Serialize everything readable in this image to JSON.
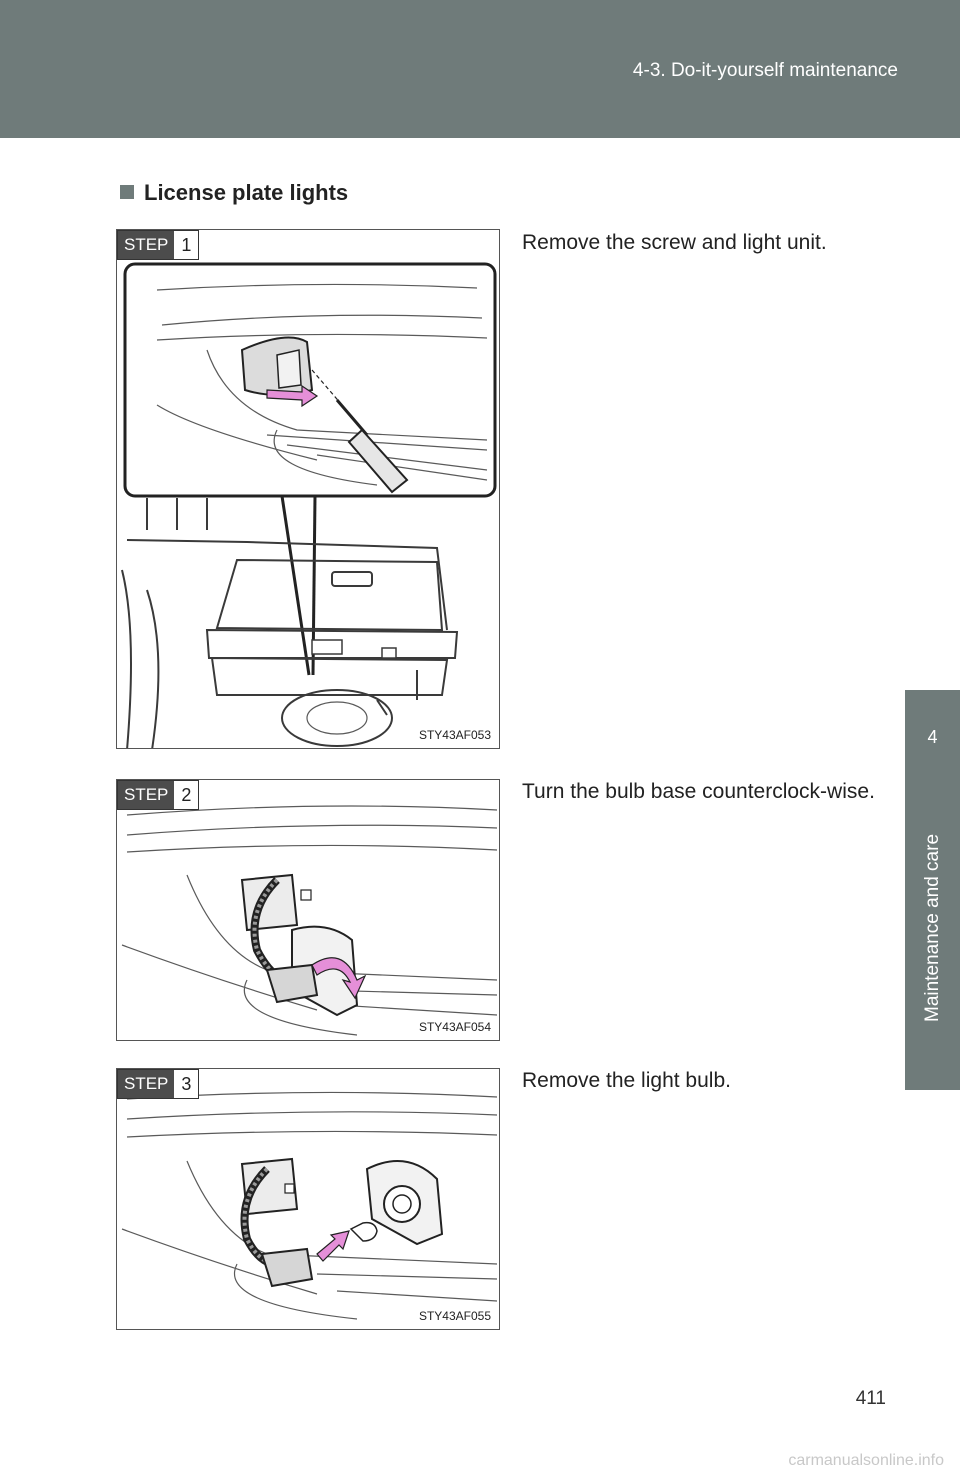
{
  "header": {
    "section": "4-3. Do-it-yourself maintenance"
  },
  "side_tab": {
    "number": "4",
    "label": "Maintenance and care"
  },
  "section_title": "License plate lights",
  "steps": [
    {
      "badge_word": "STEP",
      "number": "1",
      "text": "Remove the screw and light unit.",
      "figure_code": "STY43AF053"
    },
    {
      "badge_word": "STEP",
      "number": "2",
      "text": "Turn the bulb base counterclock-wise.",
      "figure_code": "STY43AF054"
    },
    {
      "badge_word": "STEP",
      "number": "3",
      "text": "Remove the light bulb.",
      "figure_code": "STY43AF055"
    }
  ],
  "page_number": "411",
  "watermark": "carmanualsonline.info",
  "colors": {
    "header": "#6f7b7a",
    "arrow": "#e58fd8",
    "step_badge": "#4c4c4c"
  }
}
